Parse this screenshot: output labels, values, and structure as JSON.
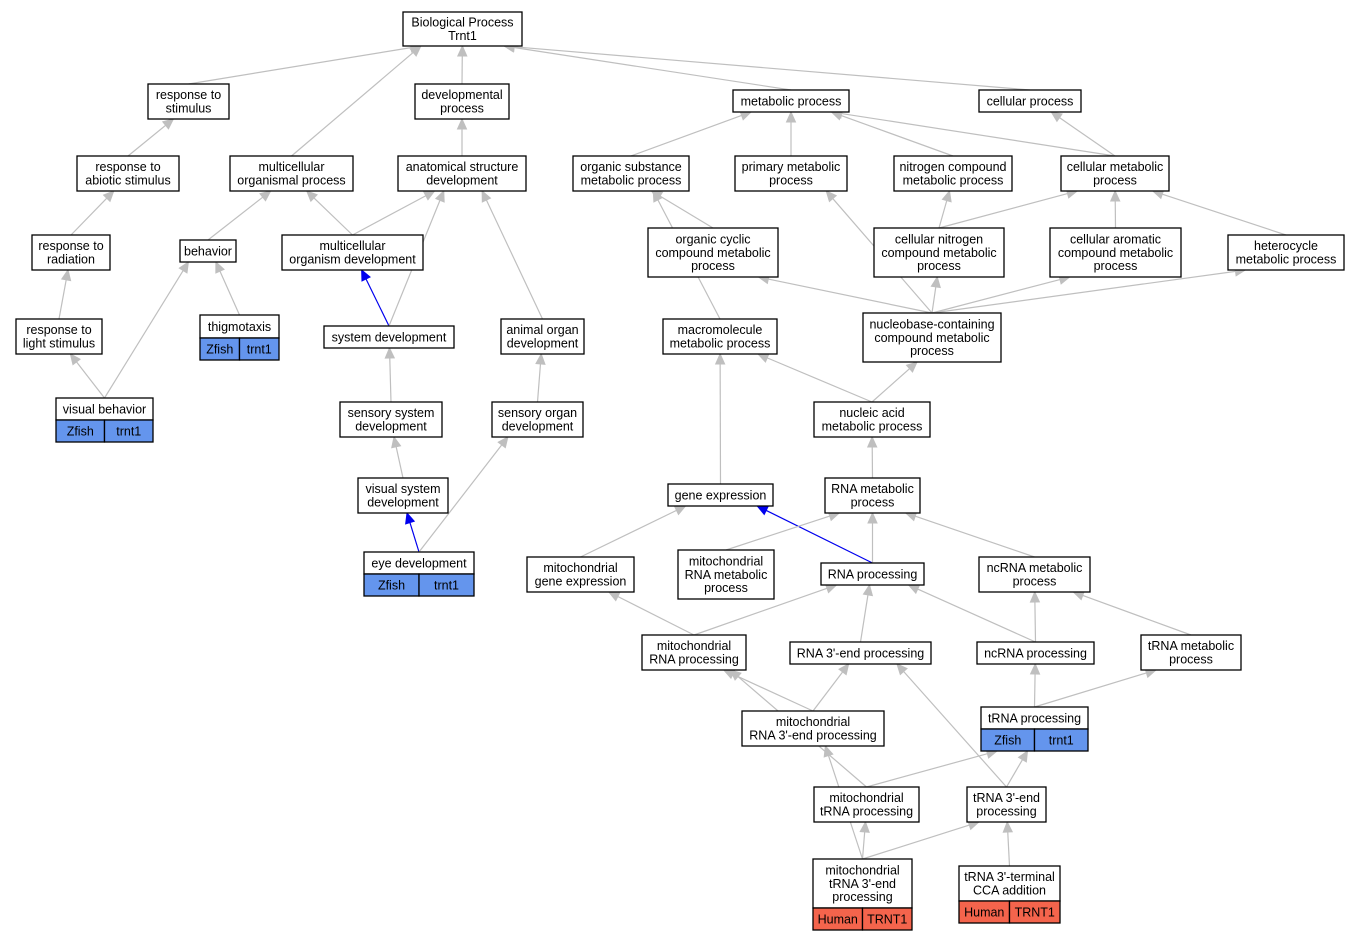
{
  "colors": {
    "edge_default": "#bfbfbf",
    "edge_highlight": "#0000ee",
    "zfish_tag": "#6495ed",
    "human_tag": "#f4644c"
  },
  "nodes": [
    {
      "id": "bp",
      "lines": [
        "Biological Process",
        "Trnt1"
      ]
    },
    {
      "id": "resp_stim",
      "lines": [
        "response to",
        "stimulus"
      ]
    },
    {
      "id": "dev_proc",
      "lines": [
        "developmental",
        "process"
      ]
    },
    {
      "id": "metab",
      "lines": [
        "metabolic process"
      ]
    },
    {
      "id": "cell_proc",
      "lines": [
        "cellular process"
      ]
    },
    {
      "id": "resp_abiotic",
      "lines": [
        "response to",
        "abiotic stimulus"
      ]
    },
    {
      "id": "multi_org",
      "lines": [
        "multicellular",
        "organismal process"
      ]
    },
    {
      "id": "anat_dev",
      "lines": [
        "anatomical structure",
        "development"
      ]
    },
    {
      "id": "org_sub",
      "lines": [
        "organic substance",
        "metabolic process"
      ]
    },
    {
      "id": "prim_metab",
      "lines": [
        "primary metabolic",
        "process"
      ]
    },
    {
      "id": "nitro_metab",
      "lines": [
        "nitrogen compound",
        "metabolic process"
      ]
    },
    {
      "id": "cell_metab",
      "lines": [
        "cellular metabolic",
        "process"
      ]
    },
    {
      "id": "resp_rad",
      "lines": [
        "response to",
        "radiation"
      ]
    },
    {
      "id": "behavior",
      "lines": [
        "behavior"
      ]
    },
    {
      "id": "multi_dev",
      "lines": [
        "multicellular",
        "organism development"
      ]
    },
    {
      "id": "org_cyclic",
      "lines": [
        "organic cyclic",
        "compound metabolic",
        "process"
      ]
    },
    {
      "id": "cell_nitro",
      "lines": [
        "cellular nitrogen",
        "compound metabolic",
        "process"
      ]
    },
    {
      "id": "cell_arom",
      "lines": [
        "cellular aromatic",
        "compound metabolic",
        "process"
      ]
    },
    {
      "id": "heterocycle",
      "lines": [
        "heterocycle",
        "metabolic process"
      ]
    },
    {
      "id": "resp_light",
      "lines": [
        "response to",
        "light stimulus"
      ]
    },
    {
      "id": "thigmo",
      "lines": [
        "thigmotaxis"
      ],
      "tags": [
        "Zfish",
        "trnt1"
      ],
      "tag_color": "zfish"
    },
    {
      "id": "sys_dev",
      "lines": [
        "system development"
      ]
    },
    {
      "id": "animal_organ",
      "lines": [
        "animal organ",
        "development"
      ]
    },
    {
      "id": "macromol",
      "lines": [
        "macromolecule",
        "metabolic process"
      ]
    },
    {
      "id": "nucleobase",
      "lines": [
        "nucleobase-containing",
        "compound metabolic",
        "process"
      ]
    },
    {
      "id": "vis_behav",
      "lines": [
        "visual behavior"
      ],
      "tags": [
        "Zfish",
        "trnt1"
      ],
      "tag_color": "zfish"
    },
    {
      "id": "sens_sys",
      "lines": [
        "sensory system",
        "development"
      ]
    },
    {
      "id": "sens_organ",
      "lines": [
        "sensory organ",
        "development"
      ]
    },
    {
      "id": "nucl_acid",
      "lines": [
        "nucleic acid",
        "metabolic process"
      ]
    },
    {
      "id": "vis_sys",
      "lines": [
        "visual system",
        "development"
      ]
    },
    {
      "id": "gene_expr",
      "lines": [
        "gene expression"
      ]
    },
    {
      "id": "rna_metab",
      "lines": [
        "RNA metabolic",
        "process"
      ]
    },
    {
      "id": "eye_dev",
      "lines": [
        "eye development"
      ],
      "tags": [
        "Zfish",
        "trnt1"
      ],
      "tag_color": "zfish"
    },
    {
      "id": "mito_gene",
      "lines": [
        "mitochondrial",
        "gene expression"
      ]
    },
    {
      "id": "mito_rna_metab",
      "lines": [
        "mitochondrial",
        "RNA metabolic",
        "process"
      ]
    },
    {
      "id": "rna_proc",
      "lines": [
        "RNA processing"
      ]
    },
    {
      "id": "ncrna_metab",
      "lines": [
        "ncRNA metabolic",
        "process"
      ]
    },
    {
      "id": "mito_rna_proc",
      "lines": [
        "mitochondrial",
        "RNA processing"
      ]
    },
    {
      "id": "rna3end",
      "lines": [
        "RNA 3'-end processing"
      ]
    },
    {
      "id": "ncrna_proc",
      "lines": [
        "ncRNA processing"
      ]
    },
    {
      "id": "trna_metab",
      "lines": [
        "tRNA metabolic",
        "process"
      ]
    },
    {
      "id": "mito_rna3end",
      "lines": [
        "mitochondrial",
        "RNA 3'-end processing"
      ]
    },
    {
      "id": "trna_proc",
      "lines": [
        "tRNA processing"
      ],
      "tags": [
        "Zfish",
        "trnt1"
      ],
      "tag_color": "zfish"
    },
    {
      "id": "mito_trna_proc",
      "lines": [
        "mitochondrial",
        "tRNA processing"
      ]
    },
    {
      "id": "trna3end",
      "lines": [
        "tRNA 3'-end",
        "processing"
      ]
    },
    {
      "id": "mito_trna3end",
      "lines": [
        "mitochondrial",
        "tRNA 3'-end",
        "processing"
      ],
      "tags": [
        "Human",
        "TRNT1"
      ],
      "tag_color": "human"
    },
    {
      "id": "trna_cca",
      "lines": [
        "tRNA 3'-terminal",
        "CCA addition"
      ],
      "tags": [
        "Human",
        "TRNT1"
      ],
      "tag_color": "human"
    }
  ],
  "edges": [
    {
      "from": "resp_stim",
      "to": "bp"
    },
    {
      "from": "dev_proc",
      "to": "bp"
    },
    {
      "from": "metab",
      "to": "bp"
    },
    {
      "from": "cell_proc",
      "to": "bp"
    },
    {
      "from": "multi_org",
      "to": "bp"
    },
    {
      "from": "resp_abiotic",
      "to": "resp_stim"
    },
    {
      "from": "resp_rad",
      "to": "resp_abiotic"
    },
    {
      "from": "resp_light",
      "to": "resp_rad"
    },
    {
      "from": "vis_behav",
      "to": "resp_light"
    },
    {
      "from": "vis_behav",
      "to": "behavior"
    },
    {
      "from": "behavior",
      "to": "multi_org"
    },
    {
      "from": "thigmo",
      "to": "behavior"
    },
    {
      "from": "multi_dev",
      "to": "multi_org"
    },
    {
      "from": "multi_dev",
      "to": "anat_dev"
    },
    {
      "from": "anat_dev",
      "to": "dev_proc"
    },
    {
      "from": "sys_dev",
      "to": "multi_dev",
      "highlight": true
    },
    {
      "from": "sys_dev",
      "to": "anat_dev"
    },
    {
      "from": "animal_organ",
      "to": "anat_dev"
    },
    {
      "from": "sens_sys",
      "to": "sys_dev"
    },
    {
      "from": "sens_organ",
      "to": "animal_organ"
    },
    {
      "from": "vis_sys",
      "to": "sens_sys"
    },
    {
      "from": "eye_dev",
      "to": "vis_sys",
      "highlight": true
    },
    {
      "from": "eye_dev",
      "to": "sens_organ"
    },
    {
      "from": "org_sub",
      "to": "metab"
    },
    {
      "from": "prim_metab",
      "to": "metab"
    },
    {
      "from": "nitro_metab",
      "to": "metab"
    },
    {
      "from": "cell_metab",
      "to": "metab"
    },
    {
      "from": "cell_metab",
      "to": "cell_proc"
    },
    {
      "from": "org_cyclic",
      "to": "org_sub"
    },
    {
      "from": "cell_nitro",
      "to": "nitro_metab"
    },
    {
      "from": "cell_nitro",
      "to": "cell_metab"
    },
    {
      "from": "cell_arom",
      "to": "cell_metab"
    },
    {
      "from": "heterocycle",
      "to": "cell_metab"
    },
    {
      "from": "macromol",
      "to": "org_sub"
    },
    {
      "from": "nucleobase",
      "to": "org_cyclic"
    },
    {
      "from": "nucleobase",
      "to": "cell_nitro"
    },
    {
      "from": "nucleobase",
      "to": "cell_arom"
    },
    {
      "from": "nucleobase",
      "to": "heterocycle"
    },
    {
      "from": "nucleobase",
      "to": "prim_metab"
    },
    {
      "from": "nucl_acid",
      "to": "macromol"
    },
    {
      "from": "nucl_acid",
      "to": "nucleobase"
    },
    {
      "from": "rna_metab",
      "to": "nucl_acid"
    },
    {
      "from": "gene_expr",
      "to": "macromol"
    },
    {
      "from": "rna_proc",
      "to": "gene_expr",
      "highlight": true
    },
    {
      "from": "mito_gene",
      "to": "gene_expr"
    },
    {
      "from": "mito_rna_metab",
      "to": "rna_metab"
    },
    {
      "from": "rna_proc",
      "to": "rna_metab"
    },
    {
      "from": "ncrna_metab",
      "to": "rna_metab"
    },
    {
      "from": "mito_rna_proc",
      "to": "mito_gene"
    },
    {
      "from": "mito_rna_proc",
      "to": "rna_proc"
    },
    {
      "from": "rna3end",
      "to": "rna_proc"
    },
    {
      "from": "ncrna_proc",
      "to": "rna_proc"
    },
    {
      "from": "ncrna_proc",
      "to": "ncrna_metab"
    },
    {
      "from": "trna_metab",
      "to": "ncrna_metab"
    },
    {
      "from": "mito_rna3end",
      "to": "mito_rna_proc"
    },
    {
      "from": "mito_rna3end",
      "to": "rna3end"
    },
    {
      "from": "trna_proc",
      "to": "ncrna_proc"
    },
    {
      "from": "trna_proc",
      "to": "trna_metab"
    },
    {
      "from": "mito_trna_proc",
      "to": "mito_rna_proc"
    },
    {
      "from": "mito_trna_proc",
      "to": "trna_proc"
    },
    {
      "from": "trna3end",
      "to": "rna3end"
    },
    {
      "from": "trna3end",
      "to": "trna_proc"
    },
    {
      "from": "mito_trna3end",
      "to": "mito_trna_proc"
    },
    {
      "from": "mito_trna3end",
      "to": "mito_rna3end"
    },
    {
      "from": "mito_trna3end",
      "to": "trna3end"
    },
    {
      "from": "trna_cca",
      "to": "trna3end"
    }
  ]
}
